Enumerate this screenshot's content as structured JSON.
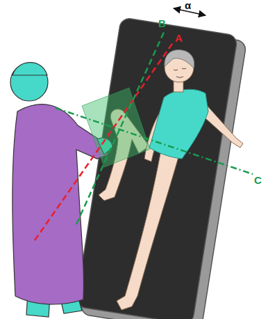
{
  "diagram": {
    "labels": [
      "B",
      "α",
      "A",
      "C"
    ]
  }
}
